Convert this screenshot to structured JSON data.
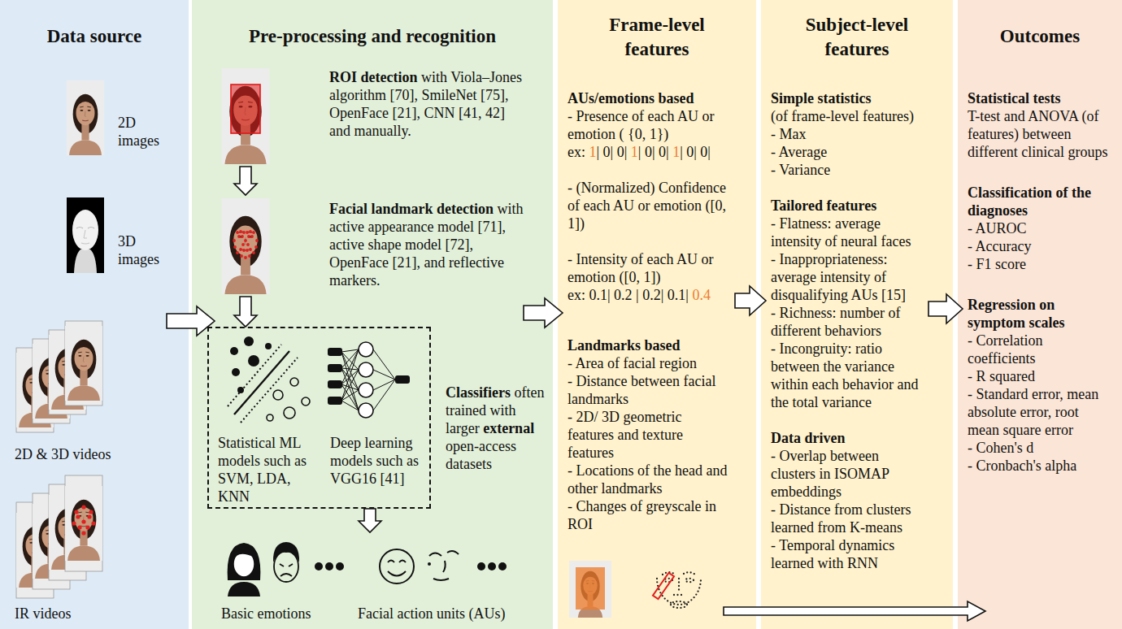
{
  "diagram": {
    "nodes": [
      {
        "text": [
          "Data source",
          "2D images",
          "3D images",
          "2D & 3D videos",
          "IR videos"
        ]
      },
      {
        "text": [
          "Pre-processing and recognition"
        ]
      },
      {
        "text": [
          "ROI detection",
          "with Viola–Jones algorithm [70], SmileNet [75], OpenFace [21], CNN [41, 42] and manually."
        ],
        "in": 1
      },
      {
        "text": [
          "Facial landmark detection",
          "with active appearance model [71], active shape model [72], OpenFace [21], and reflective markers."
        ],
        "in": 1
      },
      {
        "text": [
          "Statistical ML models such as SVM, LDA, KNN",
          "Deep learning models such as VGG16 [41]",
          "Classifiers",
          "often trained with larger",
          "external",
          "open-access datasets"
        ],
        "in": 1
      },
      {
        "text": [
          "Basic emotions",
          "Facial action units (AUs)"
        ],
        "in": 1
      },
      {
        "text": [
          "Frame-level features",
          "AUs/emotions based",
          "- Presence of each AU or emotion ( {0, 1})",
          "ex: 1| 0| 0| 1| 0| 0| 1| 0| 0|",
          "- (Normalized) Confidence of each AU or emotion ([0, 1])",
          "- Intensity of each AU or emotion ([0, 1])",
          "ex: 0.1| 0.2 | 0.2| 0.1| 0.4",
          "Landmarks based",
          "- Area of facial region",
          "- Distance between facial landmarks",
          "- 2D/ 3D geometric features and texture features",
          "- Locations of the head and other landmarks",
          "- Changes of greyscale in ROI"
        ]
      },
      {
        "text": [
          "Subject-level features",
          "Simple statistics",
          "(of frame-level features)",
          "- Max",
          "- Average",
          "- Variance",
          "Tailored features",
          "- Flatness: average intensity of neural faces",
          "- Inappropriateness: average intensity of disqualifying AUs [15]",
          "- Richness: number of different behaviors",
          "- Incongruity: ratio between the variance within each behavior and the total variance",
          "Data driven",
          "- Overlap between clusters in ISOMAP embeddings",
          "- Distance from clusters learned from K-means",
          "- Temporal dynamics learned with RNN"
        ]
      },
      {
        "text": [
          "Outcomes",
          "Statistical tests",
          "T-test and ANOVA (of features) between different clinical groups",
          "Classification of the diagnoses",
          "- AUROC",
          "- Accuracy",
          "- F1 score",
          "Regression on symptom scales",
          "- Correlation coefficients",
          "- R squared",
          "- Standard error, mean absolute error, root mean square error",
          "- Cohen's d",
          "- Cronbach's alpha"
        ]
      }
    ],
    "edges": [
      {
        "from": 0,
        "to": 1,
        "arrow": "to"
      },
      {
        "from": 1,
        "to": 6,
        "arrow": "to"
      },
      {
        "from": 6,
        "to": 7,
        "arrow": "to"
      },
      {
        "from": 7,
        "to": 8,
        "arrow": "to"
      },
      {
        "from": 6,
        "to": 8,
        "arrow": "to"
      },
      {
        "from": 2,
        "to": 3,
        "arrow": "to"
      },
      {
        "from": 3,
        "to": 4,
        "arrow": "to"
      },
      {
        "from": 4,
        "to": 5,
        "arrow": "to"
      }
    ]
  }
}
